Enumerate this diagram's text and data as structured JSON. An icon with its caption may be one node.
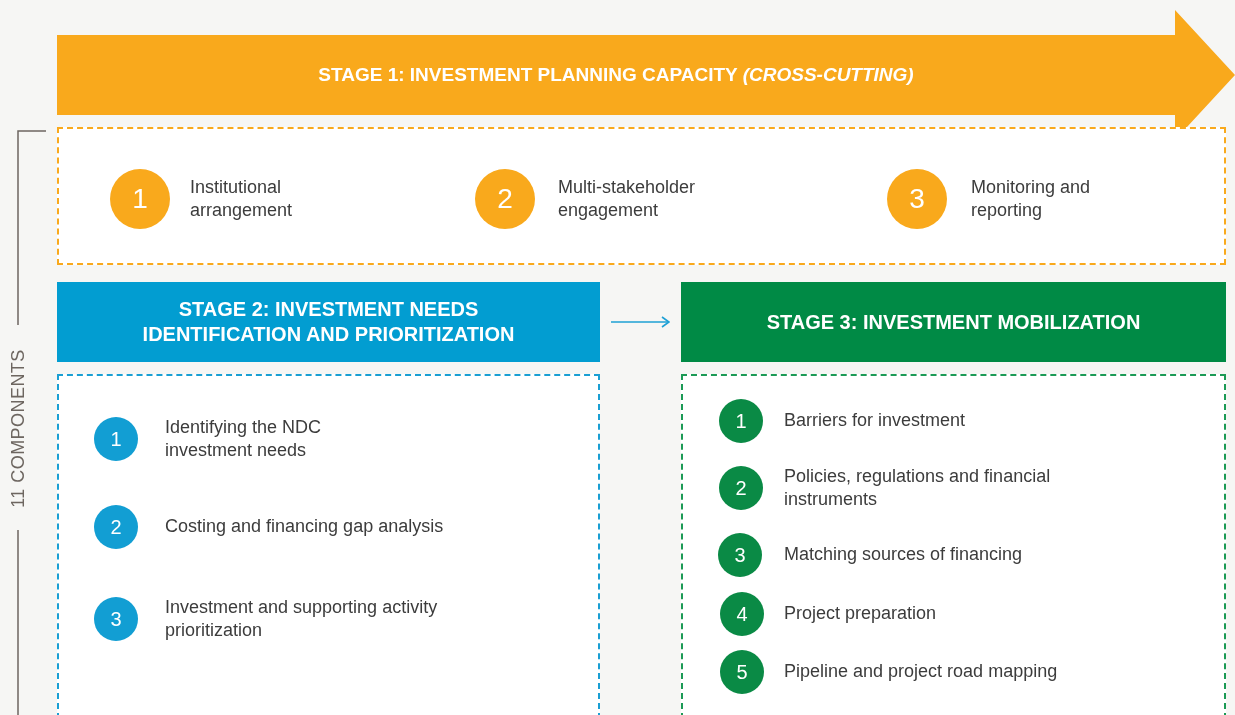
{
  "diagram": {
    "nodes": [
      {
        "text": [
          "STAGE 1: INVESTMENT PLANNING CAPACITY *(CROSS-CUTTING)*"
        ]
      },
      {
        "text": [],
        "shape": "box"
      },
      {
        "text": [
          "1"
        ],
        "beside": [
          "Institutional arrangement"
        ],
        "in": 1
      },
      {
        "text": [
          "2"
        ],
        "beside": [
          "Multi-stakeholder engagement"
        ],
        "in": 1
      },
      {
        "text": [
          "3"
        ],
        "beside": [
          "Monitoring and reporting"
        ],
        "in": 1
      },
      {
        "text": [
          "STAGE 2: INVESTMENT NEEDS IDENTIFICATION AND PRIORITIZATION"
        ]
      },
      {
        "text": [],
        "shape": "box"
      },
      {
        "text": [
          "1"
        ],
        "beside": [
          "Identifying the NDC investment needs"
        ],
        "in": 6
      },
      {
        "text": [
          "2"
        ],
        "beside": [
          "Costing and financing gap analysis"
        ],
        "in": 6
      },
      {
        "text": [
          "3"
        ],
        "beside": [
          "Investment and supporting activity prioritization"
        ],
        "in": 6
      },
      {
        "text": [
          "STAGE 3: INVESTMENT MOBILIZATION"
        ]
      },
      {
        "text": [],
        "shape": "box"
      },
      {
        "text": [
          "1"
        ],
        "beside": [
          "Barriers for investment"
        ],
        "in": 11
      },
      {
        "text": [
          "2"
        ],
        "beside": [
          "Policies, regulations and financial instruments"
        ],
        "in": 11
      },
      {
        "text": [
          "3"
        ],
        "beside": [
          "Matching sources of financing"
        ],
        "in": 11
      },
      {
        "text": [
          "4"
        ],
        "beside": [
          "Project preparation"
        ],
        "in": 11
      },
      {
        "text": [
          "5"
        ],
        "beside": [
          "Pipeline and project road mapping"
        ],
        "in": 11
      }
    ],
    "edges": [
      {
        "from": 5,
        "to": 10,
        "arrow": "to"
      }
    ],
    "labels": [
      "11 COMPONENTS"
    ]
  }
}
